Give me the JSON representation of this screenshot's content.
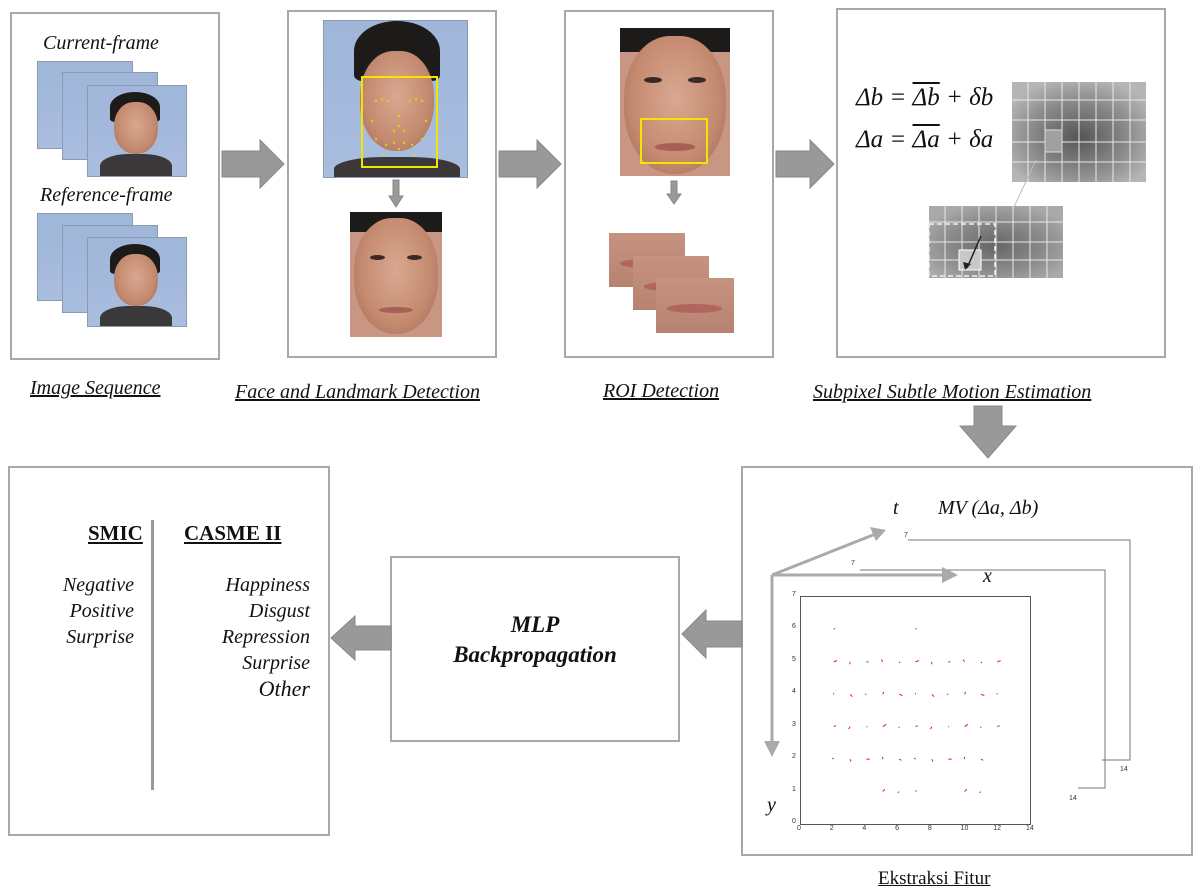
{
  "image_sequence": {
    "current_frame_label": "Current-frame",
    "reference_frame_label": "Reference-frame",
    "caption": "Image Sequence"
  },
  "face_landmark": {
    "caption": "Face and Landmark Detection"
  },
  "roi": {
    "caption": "ROI Detection"
  },
  "subpixel": {
    "eq1_lhs": "Δb = ",
    "eq1_bar": "Δb",
    "eq1_rest": " + δb",
    "eq2_lhs": "Δa = ",
    "eq2_bar": "Δa",
    "eq2_rest": " + δa",
    "caption": "Subpixel Subtle Motion Estimation"
  },
  "feature_extraction": {
    "t_label": "t",
    "mv_label": "MV (Δa, Δb)",
    "x_label": "x",
    "y_label": "y",
    "caption": "Ekstraksi Fitur",
    "plot_x_ticks": [
      "0",
      "2",
      "4",
      "6",
      "8",
      "10",
      "12",
      "14"
    ],
    "plot_y_ticks": [
      "0",
      "1",
      "2",
      "3",
      "4",
      "5",
      "6",
      "7"
    ],
    "back_tick_7a": "7",
    "back_tick_7b": "7",
    "back_tick_14a": "14",
    "back_tick_14b": "14"
  },
  "mlp": {
    "line1": "MLP",
    "line2": "Backpropagation"
  },
  "classes": {
    "smic_header": "SMIC",
    "smic_items": [
      "Negative",
      "Positive",
      "Surprise"
    ],
    "casme_header": "CASME II",
    "casme_items": [
      "Happiness",
      "Disgust",
      "Repression",
      "Surprise",
      "Other"
    ]
  },
  "colors": {
    "box_border": "#a8a8a8",
    "arrow_fill": "#999999",
    "landmark_box": "#f2e600",
    "motion_vector": "#e02020"
  }
}
